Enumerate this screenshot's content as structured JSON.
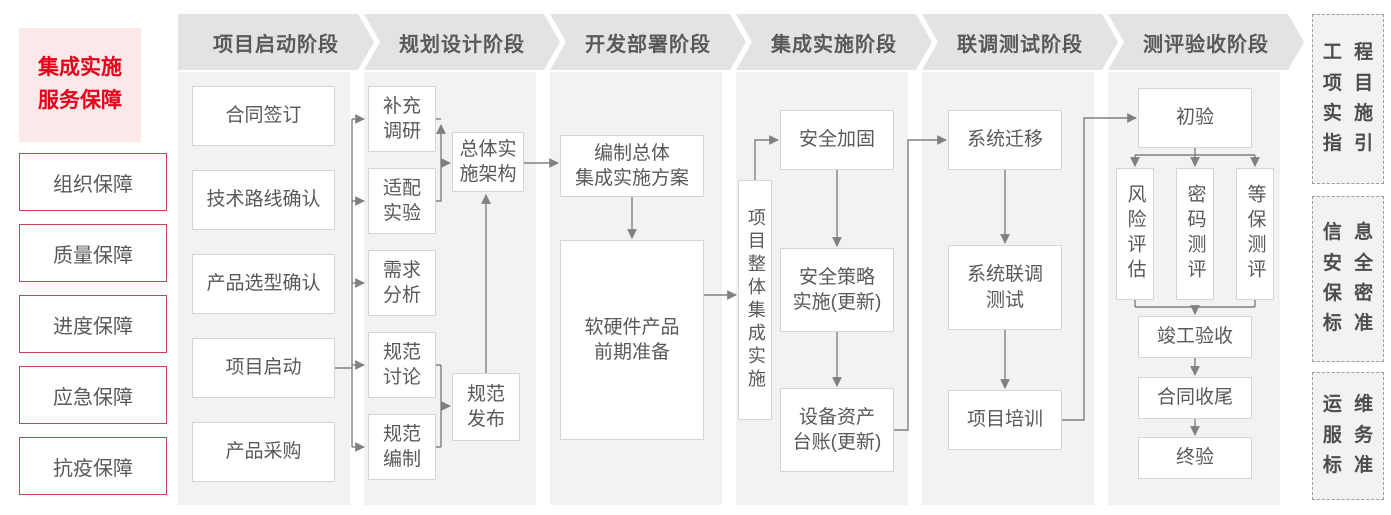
{
  "colors": {
    "accent_red": "#e60019",
    "sidebar_box_border": "#c8435c",
    "panel_bg": "#f2f2f2",
    "chevron_bg": "#e3e3e3",
    "text_gray": "#595959",
    "line_gray": "#808080"
  },
  "sidebar": {
    "title": "集成实施\n服务保障",
    "items": [
      {
        "label": "组织保障"
      },
      {
        "label": "质量保障"
      },
      {
        "label": "进度保障"
      },
      {
        "label": "应急保障"
      },
      {
        "label": "抗疫保障"
      }
    ]
  },
  "stages": [
    {
      "label": "项目启动阶段"
    },
    {
      "label": "规划设计阶段"
    },
    {
      "label": "开发部署阶段"
    },
    {
      "label": "集成实施阶段"
    },
    {
      "label": "联调测试阶段"
    },
    {
      "label": "测评验收阶段"
    }
  ],
  "flow": {
    "stage1": {
      "contract_signing": "合同签订",
      "tech_route_confirm": "技术路线确认",
      "product_selection_confirm": "产品选型确认",
      "project_kickoff": "项目启动",
      "product_procurement": "产品采购"
    },
    "stage2": {
      "supplementary_research": "补充\n调研",
      "adaptation_experiment": "适配\n实验",
      "requirement_analysis": "需求\n分析",
      "spec_discussion": "规范\n讨论",
      "spec_drafting": "规范\n编制",
      "overall_implementation_architecture": "总体实\n施架构",
      "spec_release": "规范\n发布"
    },
    "stage3": {
      "overall_integration_plan": "编制总体\n集成实施方案",
      "early_preparation": "软硬件产品\n前期准备"
    },
    "stage4": {
      "overall_project_integration": "项目整体集成实施",
      "security_hardening": "安全加固",
      "security_policy": "安全策略\n实施(更新)",
      "asset_ledger": "设备资产\n台账(更新)"
    },
    "stage5": {
      "system_migration": "系统迁移",
      "joint_debug_test": "系统联调\n测试",
      "project_training": "项目培训"
    },
    "stage6": {
      "initial_acceptance": "初验",
      "risk_assessment": "风险评估",
      "crypto_evaluation": "密码测评",
      "classified_protection_evaluation": "等保测评",
      "completion_acceptance": "竣工验收",
      "contract_closure": "合同收尾",
      "final_acceptance": "终验"
    }
  },
  "references": [
    {
      "label": "工 程\n项 目\n实 施\n指 引"
    },
    {
      "label": "信 息\n安 全\n保 密\n标 准"
    },
    {
      "label": "运 维\n服 务\n标 准"
    }
  ]
}
